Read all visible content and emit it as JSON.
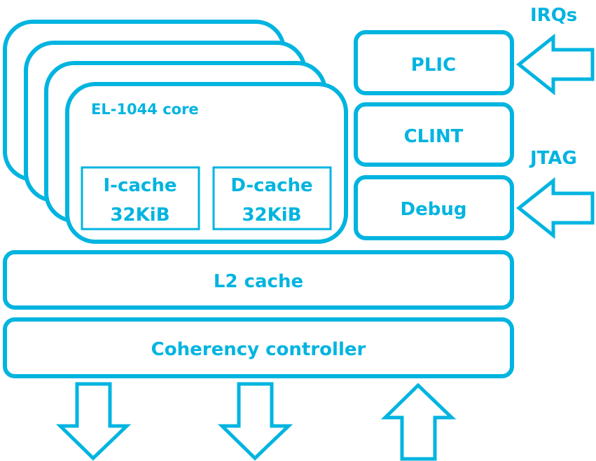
{
  "core": {
    "title": "EL-1044 core",
    "icache": [
      "I-cache",
      "32KiB"
    ],
    "dcache": [
      "D-cache",
      "32KiB"
    ]
  },
  "blocks": {
    "plic": "PLIC",
    "clint": "CLINT",
    "debug": "Debug",
    "l2": "L2 cache",
    "coherency": "Coherency controller"
  },
  "inputs": {
    "irqs": "IRQs",
    "jtag": "JTAG"
  },
  "color": "#00B4E0"
}
